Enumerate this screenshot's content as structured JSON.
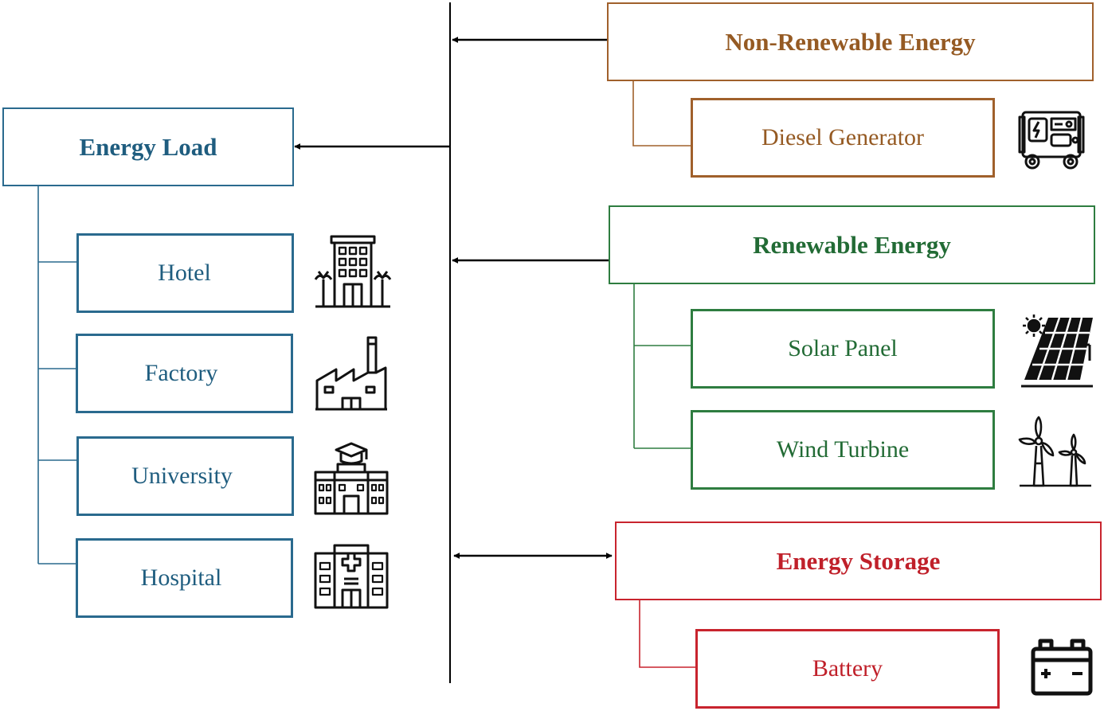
{
  "load": {
    "title": "Energy Load",
    "items": [
      {
        "label": "Hotel",
        "icon": "hotel-icon"
      },
      {
        "label": "Factory",
        "icon": "factory-icon"
      },
      {
        "label": "University",
        "icon": "university-icon"
      },
      {
        "label": "Hospital",
        "icon": "hospital-icon"
      }
    ]
  },
  "non_renewable": {
    "title": "Non-Renewable Energy",
    "items": [
      {
        "label": "Diesel Generator",
        "icon": "diesel-generator-icon"
      }
    ]
  },
  "renewable": {
    "title": "Renewable Energy",
    "items": [
      {
        "label": "Solar Panel",
        "icon": "solar-panel-icon"
      },
      {
        "label": "Wind Turbine",
        "icon": "wind-turbine-icon"
      }
    ]
  },
  "storage": {
    "title": "Energy Storage",
    "items": [
      {
        "label": "Battery",
        "icon": "battery-icon"
      }
    ]
  },
  "colors": {
    "load": "#1F5D7F",
    "non_renewable": "#955A23",
    "renewable": "#226B35",
    "storage": "#C0202A",
    "bus": "#000000"
  }
}
